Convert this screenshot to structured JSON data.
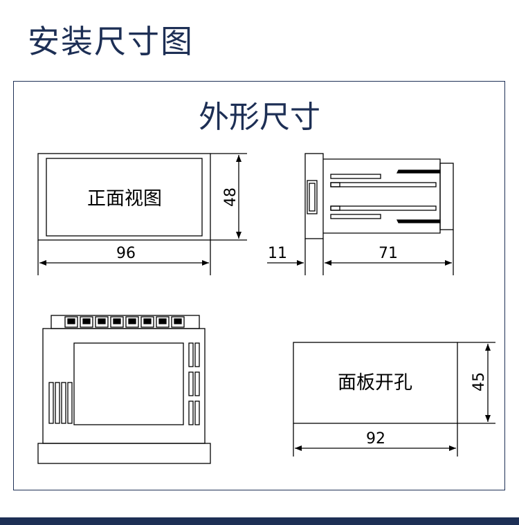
{
  "page": {
    "title": "安装尺寸图",
    "section_title": "外形尺寸"
  },
  "front_view": {
    "label": "正面视图",
    "width_dim": "96",
    "height_dim": "48"
  },
  "side_view": {
    "panel_dim": "11",
    "depth_dim": "71"
  },
  "cutout": {
    "label": "面板开孔",
    "width_dim": "92",
    "height_dim": "45"
  },
  "colors": {
    "brand": "#1d2f55",
    "line": "#000000"
  }
}
